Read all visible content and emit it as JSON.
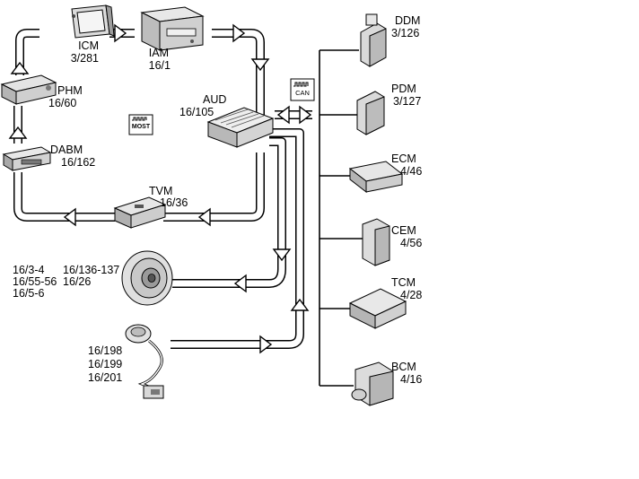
{
  "modules": {
    "icm": {
      "name": "ICM",
      "code": "3/281"
    },
    "iam": {
      "name": "IAM",
      "code": "16/1"
    },
    "phm": {
      "name": "PHM",
      "code": "16/60"
    },
    "dabm": {
      "name": "DABM",
      "code": "16/162"
    },
    "aud": {
      "name": "AUD",
      "code": "16/105"
    },
    "tvm": {
      "name": "TVM",
      "code": "16/36"
    },
    "ddm": {
      "name": "DDM",
      "code": "3/126"
    },
    "pdm": {
      "name": "PDM",
      "code": "3/127"
    },
    "ecm": {
      "name": "ECM",
      "code": "4/46"
    },
    "cem": {
      "name": "CEM",
      "code": "4/56"
    },
    "tcm": {
      "name": "TCM",
      "code": "4/28"
    },
    "bcm": {
      "name": "BCM",
      "code": "4/16"
    }
  },
  "speaker_codes": {
    "col1": [
      "16/3-4",
      "16/55-56",
      "16/5-6"
    ],
    "col2": [
      "16/136-137",
      "16/26"
    ]
  },
  "antenna_codes": [
    "16/198",
    "16/199",
    "16/201"
  ],
  "bus_labels": {
    "most": "MOST",
    "can": "CAN"
  }
}
